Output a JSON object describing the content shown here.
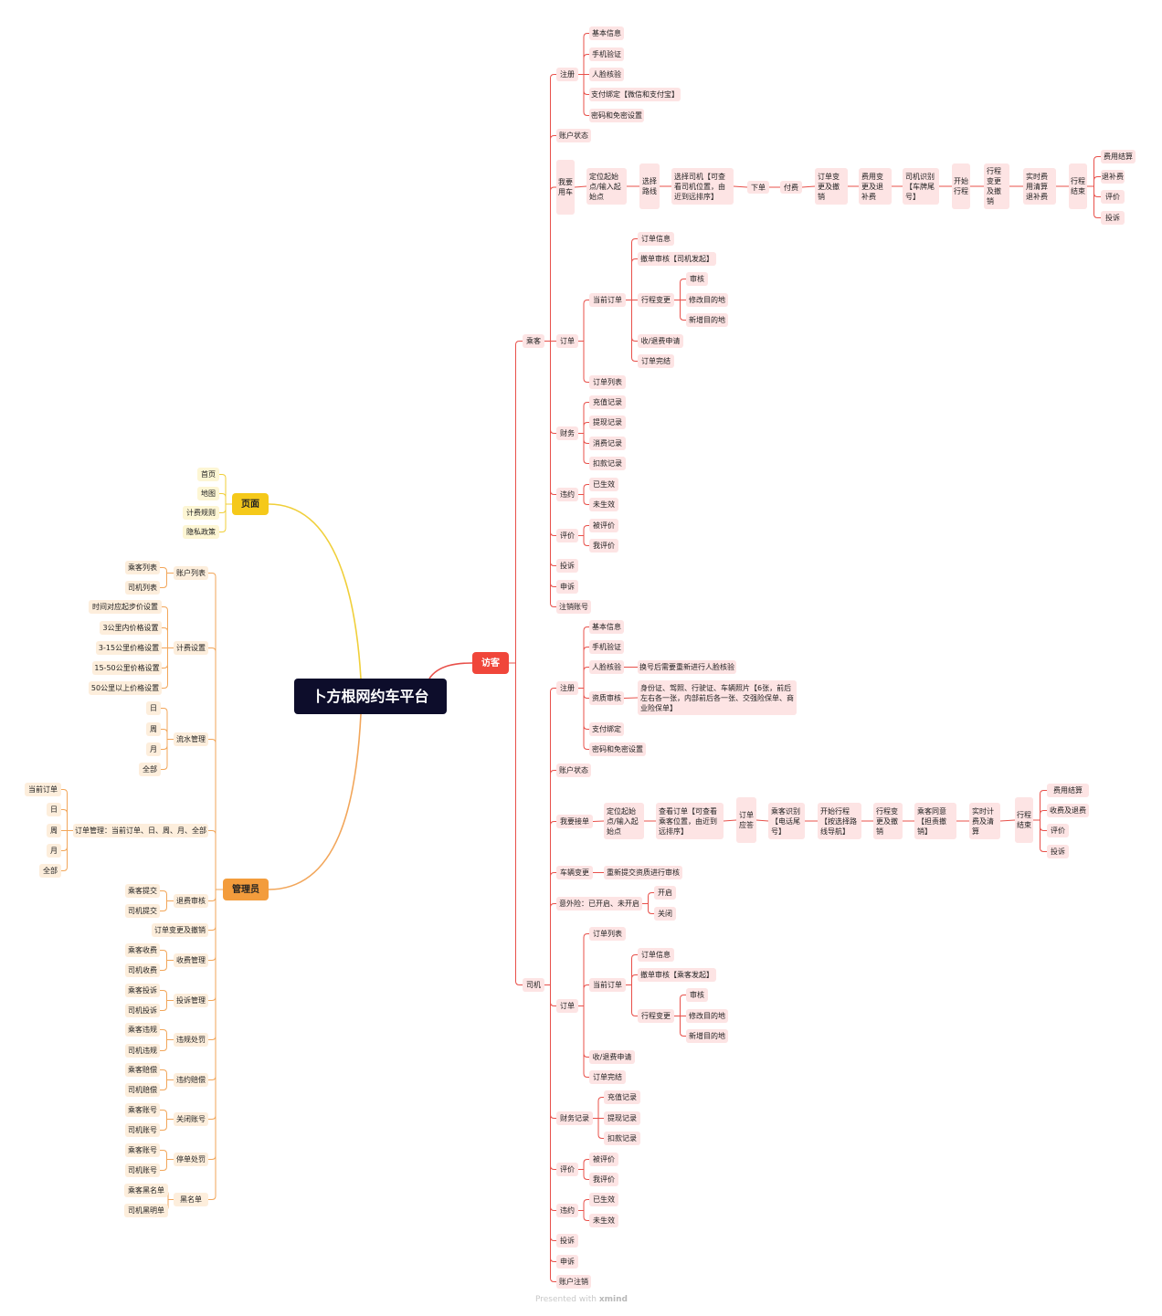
{
  "root": {
    "label": "卜方根网约车平台"
  },
  "footer": {
    "presented": "Presented with",
    "brand": "xmind"
  },
  "colors": {
    "red_line": "#e8504a",
    "orange_line": "#f2a65a",
    "yellow_line": "#f0cf3a",
    "red_fill": "#fde4e4",
    "orange_fill": "#fdeedc",
    "yellow_fill": "#fdf6d4",
    "root_fill": "#0d0d2b"
  },
  "visitor": {
    "label": "访客",
    "passenger": {
      "label": "乘客",
      "register": {
        "label": "注册",
        "items": [
          "基本信息",
          "手机验证",
          "人脸核验",
          "支付绑定【微信和支付宝】",
          "密码和免密设置"
        ]
      },
      "account_status": "账户状态",
      "ride": {
        "label": "我要用车",
        "steps": [
          "定位起始点/输入起始点",
          "选择路线",
          "选择司机【可查看司机位置，由近到远排序】",
          "下单",
          "付费",
          "订单变更及撤销",
          "费用变更及退补费",
          "司机识别【车牌尾号】",
          "开始行程",
          "行程变更及撤销",
          "实时费用清算退补费",
          "行程结束"
        ],
        "end_items": [
          "费用结算",
          "退补费",
          "评价",
          "投诉"
        ]
      },
      "orders": {
        "label": "订单",
        "current": {
          "label": "当前订单",
          "order_info": "订单信息",
          "cancel_review": "撤单审核【司机发起】",
          "trip_change": {
            "label": "行程变更",
            "items": [
              "审核",
              "修改目的地",
              "新增目的地"
            ]
          },
          "refund": "收/退费申请",
          "complete": "订单完结"
        },
        "list": "订单列表"
      },
      "finance": {
        "label": "财务",
        "items": [
          "充值记录",
          "提现记录",
          "消费记录",
          "扣款记录"
        ]
      },
      "violation": {
        "label": "违约",
        "items": [
          "已生效",
          "未生效"
        ]
      },
      "rating": {
        "label": "评价",
        "items": [
          "被评价",
          "我评价"
        ]
      },
      "complaint": "投诉",
      "appeal": "申诉",
      "cancel_account": "注销账号"
    },
    "driver": {
      "label": "司机",
      "register": {
        "label": "注册",
        "basic": "基本信息",
        "phone": "手机验证",
        "face": "人脸核验",
        "face_note": "换号后需要重新进行人脸核验",
        "qualification": "资质审核",
        "qualification_note": "身份证、驾照、行驶证、车辆照片【6张，前后左右各一张，内部前后各一张、交强险保单、商业险保单】",
        "payment": "支付绑定",
        "password": "密码和免密设置"
      },
      "account_status": "账户状态",
      "accept": {
        "label": "我要接单",
        "steps": [
          "定位起始点/输入起始点",
          "查看订单【可查看乘客位置，由近到远排序】",
          "订单应答",
          "乘客识别【电话尾号】",
          "开始行程【按选择路线导航】",
          "行程变更及撤销",
          "乘客同意【担责撤销】",
          "实时计费及清算",
          "行程结束"
        ],
        "end_items": [
          "费用结算",
          "收费及退费",
          "评价",
          "投诉"
        ]
      },
      "vehicle_change": {
        "label": "车辆变更",
        "note": "重新提交资质进行审核"
      },
      "insurance": {
        "label": "意外险：已开启、未开启",
        "items": [
          "开启",
          "关闭"
        ]
      },
      "orders": {
        "label": "订单",
        "list": "订单列表",
        "current": {
          "label": "当前订单",
          "order_info": "订单信息",
          "cancel_review": "撤单审核【乘客发起】",
          "trip_change": {
            "label": "行程变更",
            "items": [
              "审核",
              "修改目的地",
              "新增目的地"
            ]
          }
        },
        "refund": "收/退费申请",
        "complete": "订单完结"
      },
      "finance": {
        "label": "财务记录",
        "items": [
          "充值记录",
          "提现记录",
          "扣款记录"
        ]
      },
      "rating": {
        "label": "评价",
        "items": [
          "被评价",
          "我评价"
        ]
      },
      "violation": {
        "label": "违约",
        "items": [
          "已生效",
          "未生效"
        ]
      },
      "complaint": "投诉",
      "appeal": "申诉",
      "cancel_account": "账户注销"
    }
  },
  "pages": {
    "label": "页面",
    "items": [
      "首页",
      "地图",
      "计费规则",
      "隐私政策"
    ]
  },
  "admin": {
    "label": "管理员",
    "account_list": {
      "label": "账户列表",
      "items": [
        "乘客列表",
        "司机列表"
      ]
    },
    "pricing": {
      "label": "计费设置",
      "items": [
        "时间对应起步价设置",
        "3公里内价格设置",
        "3-15公里价格设置",
        "15-50公里价格设置",
        "50公里以上价格设置"
      ]
    },
    "flow": {
      "label": "流水管理",
      "items": [
        "日",
        "周",
        "月",
        "全部"
      ]
    },
    "order_mgmt": {
      "label": "订单管理：当前订单、日、周、月、全部",
      "items": [
        "当前订单",
        "日",
        "周",
        "月",
        "全部"
      ]
    },
    "refund_review": {
      "label": "退费审核",
      "items": [
        "乘客提交",
        "司机提交"
      ]
    },
    "order_change": "订单变更及撤销",
    "charge_mgmt": {
      "label": "收费管理",
      "items": [
        "乘客收费",
        "司机收费"
      ]
    },
    "complaint_mgmt": {
      "label": "投诉管理",
      "items": [
        "乘客投诉",
        "司机投诉"
      ]
    },
    "violation_penalty": {
      "label": "违规处罚",
      "items": [
        "乘客违规",
        "司机违规"
      ]
    },
    "breach_comp": {
      "label": "违约赔偿",
      "items": [
        "乘客赔偿",
        "司机赔偿"
      ]
    },
    "close_account": {
      "label": "关闭账号",
      "items": [
        "乘客账号",
        "司机账号"
      ]
    },
    "suspend": {
      "label": "停单处罚",
      "items": [
        "乘客账号",
        "司机账号"
      ]
    },
    "blacklist": {
      "label": "黑名单",
      "items": [
        "乘客黑名单",
        "司机黑明单"
      ]
    }
  }
}
